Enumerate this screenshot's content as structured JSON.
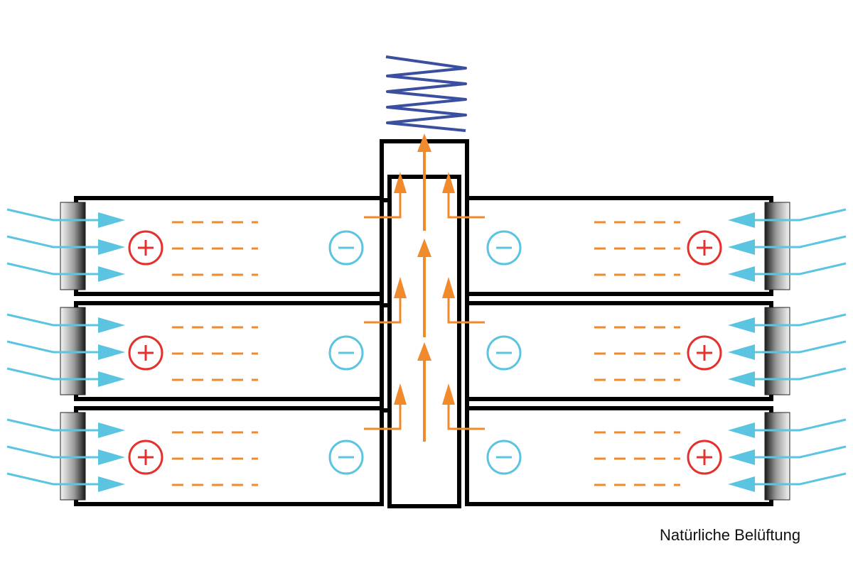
{
  "caption": "Natürliche Belüftung",
  "symbols": {
    "positive": "+",
    "negative": "−"
  },
  "layout": {
    "floors": 3,
    "sides": [
      "left",
      "right"
    ]
  },
  "colors": {
    "wall": "#000000",
    "fresh_air": "#5bc4e1",
    "warm_air": "#f08a2c",
    "positive": "#e4312d",
    "negative": "#5bc4e1",
    "exhaust": "#3a4fa0",
    "background": "#ffffff"
  },
  "icons": {
    "positive": "plus-circle-icon",
    "negative": "minus-circle-icon",
    "air_inlet": "arrow-right-icon",
    "updraft": "arrow-up-icon",
    "exhaust": "zigzag-exhaust-icon"
  }
}
